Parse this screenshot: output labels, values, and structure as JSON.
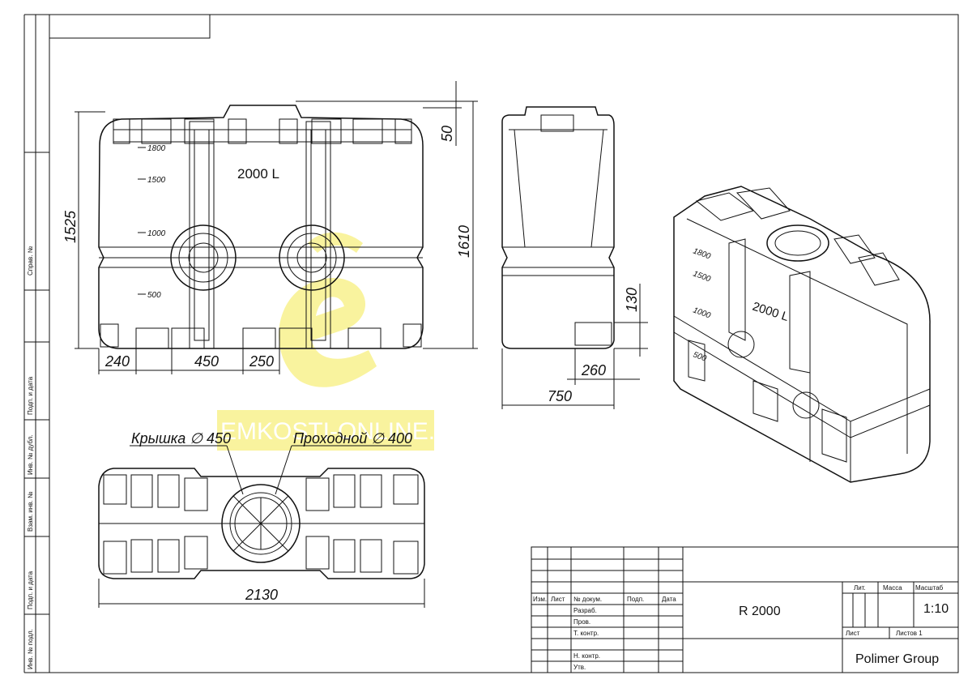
{
  "side_stamp": {
    "sprav": "Справ. №",
    "podp1": "Подп. и дата",
    "inv_dubl": "Инв. № дубл.",
    "vzam": "Взам. инв. №",
    "podp2": "Подп. и дата",
    "inv_podl": "Инв. № подл."
  },
  "front_view": {
    "capacity": "2000 L",
    "levels": [
      "1800",
      "1500",
      "1000",
      "500"
    ],
    "dims": {
      "height_main": "1525",
      "height_total": "1610",
      "lid": "50",
      "d1": "240",
      "d2": "450",
      "d3": "250"
    }
  },
  "side_view": {
    "dims": {
      "h": "130",
      "w1": "260",
      "w": "750"
    }
  },
  "top_view": {
    "lid_label": "Крышка ∅ 450",
    "hatch_label": "Проходной ∅ 400",
    "length": "2130"
  },
  "iso_view": {
    "capacity": "2000 L",
    "levels": [
      "1800",
      "1500",
      "1000",
      "500"
    ]
  },
  "watermark": "EMKOSTI-ONLINE.RU",
  "title_block": {
    "col_izm": "Изм.",
    "col_list": "Лист",
    "col_docnum": "№ докум.",
    "col_podp": "Подп.",
    "col_date": "Дата",
    "razrab": "Разраб.",
    "prov": "Пров.",
    "tkontr": "Т. контр.",
    "nkontr": "Н. контр.",
    "utv": "Утв.",
    "designation": "R 2000",
    "lit": "Лит.",
    "massa": "Масса",
    "masshtab": "Масштаб",
    "scale": "1:10",
    "sheet": "Лист",
    "sheets": "Листов 1",
    "company": "Polimer Group"
  }
}
